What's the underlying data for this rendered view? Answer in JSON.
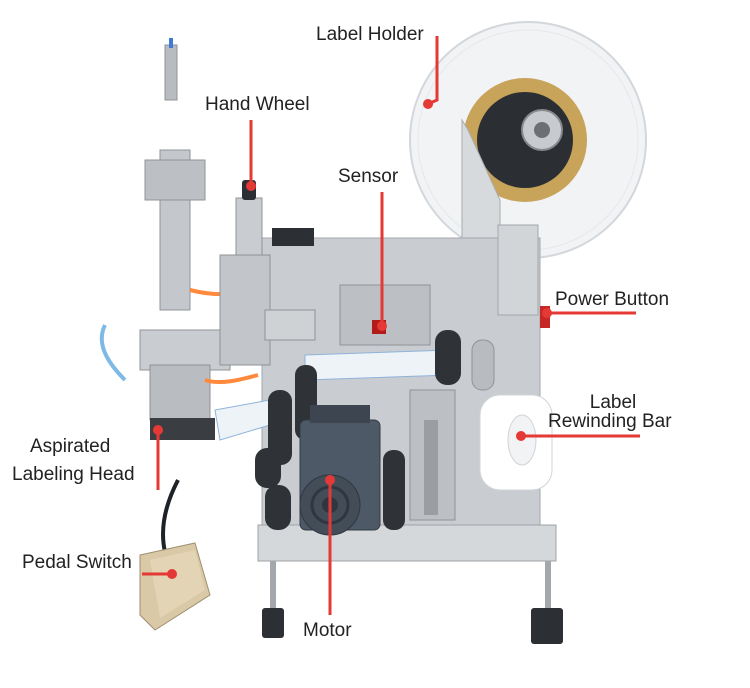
{
  "colors": {
    "callout": "#e53935",
    "text": "#222222",
    "metal": "#c9cdd1",
    "motor": "#4d5966",
    "roller": "#2f3338",
    "pedal": "#d9c9a6",
    "label_roll": "#ffffff",
    "amber_ring": "#c8a35a",
    "air_tube": "#ff8a3d"
  },
  "icons": [
    "callout-dot",
    "pedal-switch-icon",
    "power-button-icon"
  ],
  "labels": {
    "label_holder": "Label Holder",
    "hand_wheel": "Hand Wheel",
    "sensor": "Sensor",
    "power_button": "Power Button",
    "label_rewinding_bar_1": "Label",
    "label_rewinding_bar_2": "Rewinding Bar",
    "aspirated_labeling_head_1": "Aspirated",
    "aspirated_labeling_head_2": "Labeling Head",
    "pedal_switch": "Pedal Switch",
    "motor": "Motor"
  }
}
